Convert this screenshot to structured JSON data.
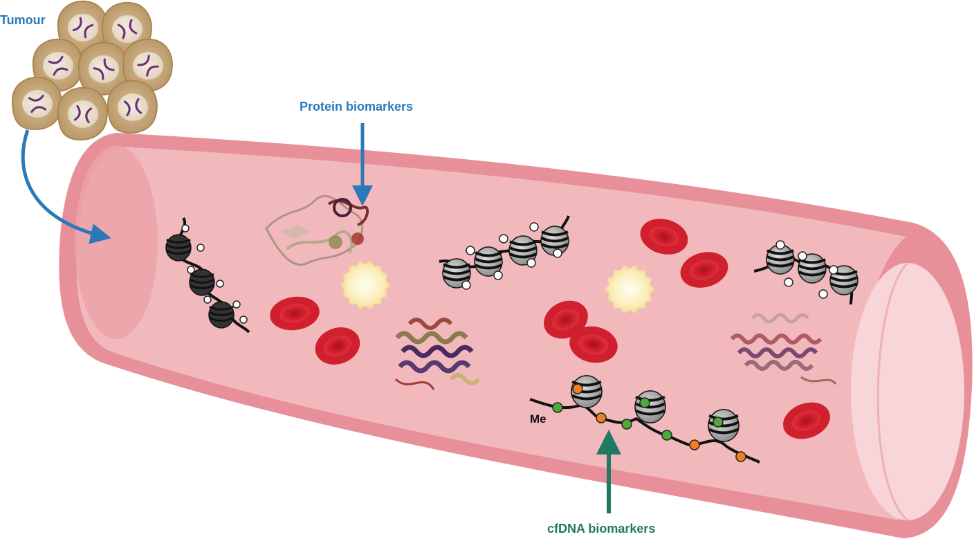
{
  "labels": {
    "tumour": "Tumour",
    "protein_biomarkers": "Protein biomarkers",
    "cfdna_biomarkers": "cfDNA biomarkers",
    "methylation": "Me"
  },
  "colors": {
    "label_blue": "#2a79b8",
    "label_green": "#1f7a63",
    "vessel_wall": "#e8909a",
    "vessel_lumen": "#f2b9bd",
    "red_cell": "#d01f2d",
    "tumour_cell": "#c9ad84",
    "chromosome": "#6a2f78",
    "methyl_orange": "#f07f22",
    "methyl_green": "#4faa3c"
  },
  "icons": [
    "tumour-cell-icon",
    "chromosome-icon",
    "red-blood-cell-icon",
    "platelet-icon",
    "protein-structure-icon",
    "nucleosome-icon",
    "arrow-icon"
  ]
}
